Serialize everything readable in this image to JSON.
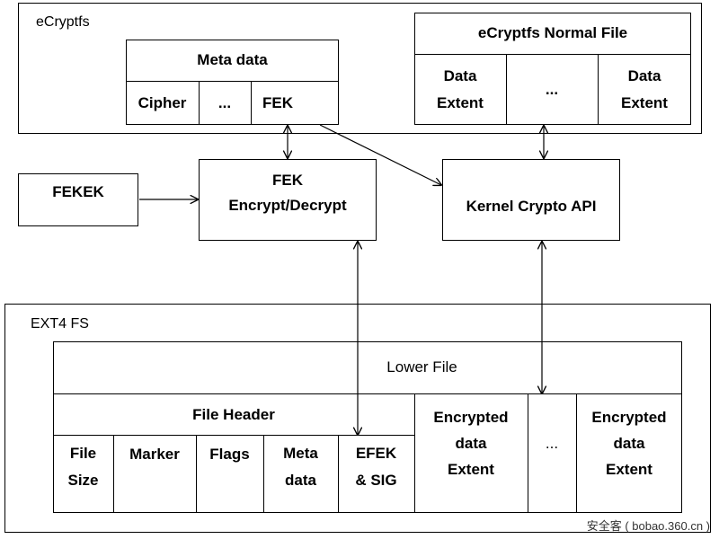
{
  "ecryptfs": {
    "label": "eCryptfs",
    "meta_data": {
      "title": "Meta data",
      "cells": [
        "Cipher",
        "...",
        "FEK"
      ]
    },
    "normal_file": {
      "title": "eCryptfs Normal File",
      "cells": [
        "Data\nExtent",
        "...",
        "Data\nExtent"
      ]
    }
  },
  "fekek": "FEKEK",
  "fek_box": "FEK\nEncrypt/Decrypt",
  "kernel_crypto": "Kernel Crypto API",
  "ext4": {
    "label": "EXT4 FS",
    "lower_file": "Lower File",
    "file_header": {
      "title": "File Header",
      "cells": [
        "File\nSize",
        "Marker",
        "Flags",
        "Meta\ndata",
        "EFEK\n& SIG"
      ]
    },
    "extents": [
      "Encrypted\ndata\nExtent",
      "...",
      "Encrypted\ndata\nExtent"
    ]
  },
  "watermark": "安全客 ( bobao.360.cn )"
}
